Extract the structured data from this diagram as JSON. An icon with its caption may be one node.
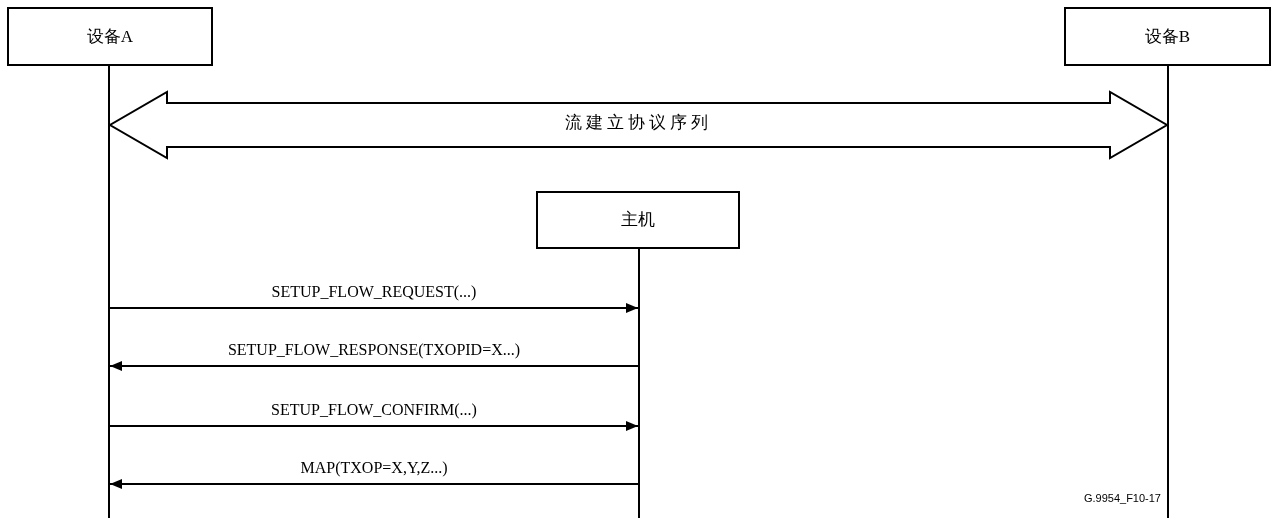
{
  "diagram": {
    "nodes": [
      {
        "text": [
          "设备A"
        ]
      },
      {
        "text": [
          "设备B"
        ]
      },
      {
        "text": [
          "主机"
        ]
      },
      {
        "text": [],
        "shape": "line"
      },
      {
        "text": [],
        "shape": "line"
      },
      {
        "text": [],
        "shape": "line"
      }
    ],
    "edges": [
      {
        "from": 3,
        "to": 5,
        "arrow": "both",
        "label": "流建立协议序列",
        "style": "thick"
      },
      {
        "from": 3,
        "to": 4,
        "arrow": "to",
        "label": "SETUP_FLOW_REQUEST(...)"
      },
      {
        "from": 4,
        "to": 3,
        "arrow": "to",
        "label": "SETUP_FLOW_RESPONSE(TXOPID=X...)"
      },
      {
        "from": 3,
        "to": 4,
        "arrow": "to",
        "label": "SETUP_FLOW_CONFIRM(...)"
      },
      {
        "from": 4,
        "to": 3,
        "arrow": "to",
        "label": "MAP(TXOP=X,Y,Z...)"
      }
    ],
    "labels": [
      "G.9954_F10-17"
    ]
  }
}
